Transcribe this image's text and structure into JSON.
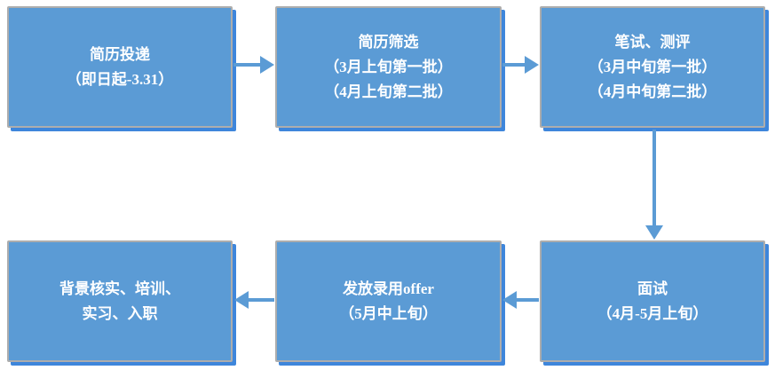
{
  "page": {
    "background": "#ffffff"
  },
  "colors": {
    "node_fill": "#5B9BD5",
    "node_border": "#ADADAD",
    "node_shadow": "#3E86DB",
    "arrow": "#5B9BD5",
    "text": "#FFFFFF"
  },
  "flowchart": {
    "nodes": [
      {
        "id": "resume-submission",
        "lines": [
          "简历投递",
          "（即日起-3.31）"
        ]
      },
      {
        "id": "resume-screening",
        "lines": [
          "简历筛选",
          "（3月上旬第一批）",
          "（4月上旬第二批）"
        ]
      },
      {
        "id": "written-test",
        "lines": [
          "笔试、测评",
          "（3月中旬第一批）",
          "（4月中旬第二批）"
        ]
      },
      {
        "id": "interview",
        "lines": [
          "面试",
          "（4月-5月上旬）"
        ]
      },
      {
        "id": "offer",
        "lines": [
          "发放录用offer",
          "（5月中上旬）"
        ]
      },
      {
        "id": "onboarding",
        "lines": [
          "背景核实、培训、",
          "实习、入职"
        ]
      }
    ],
    "connections": [
      {
        "from": "resume-submission",
        "to": "resume-screening",
        "direction": "right"
      },
      {
        "from": "resume-screening",
        "to": "written-test",
        "direction": "right"
      },
      {
        "from": "written-test",
        "to": "interview",
        "direction": "down"
      },
      {
        "from": "interview",
        "to": "offer",
        "direction": "left"
      },
      {
        "from": "offer",
        "to": "onboarding",
        "direction": "left"
      }
    ]
  }
}
